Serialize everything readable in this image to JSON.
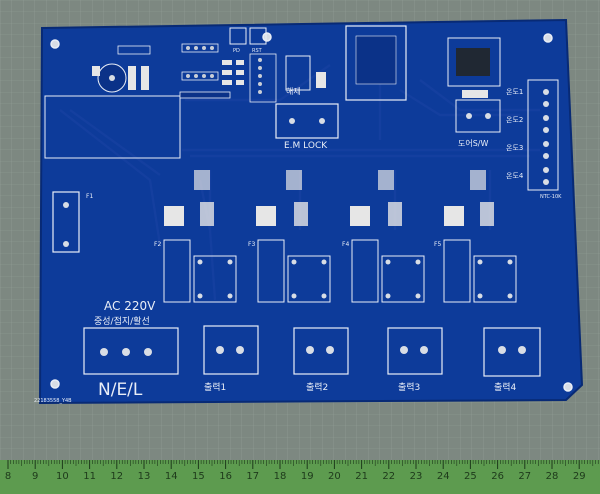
{
  "board": {
    "color": "#0d3b9a",
    "silk": "#e9eef7",
    "mat": "#7d8881",
    "ruler_color": "#5d9b4f"
  },
  "labels": {
    "ac": "AC 220V",
    "ac_sub": "중성/접지/활선",
    "nel": "N/E/L",
    "em_lock": "E.M LOCK",
    "door_sw": "도어S/W",
    "haeje": "해제",
    "out1": "출력1",
    "out2": "출력2",
    "out3": "출력3",
    "out4": "출력4",
    "temp1": "온도1",
    "temp2": "온도2",
    "temp3": "온도3",
    "temp4": "온도4",
    "ntc": "NTC-10K",
    "f1": "F1",
    "f2": "F2",
    "f3": "F3",
    "f4": "F4",
    "f5": "F5",
    "rst": "RST",
    "pd": "PD",
    "serial": "22183558_Y4B"
  },
  "ruler": {
    "numbers": [
      "8",
      "9",
      "10",
      "11",
      "12",
      "13",
      "14",
      "15",
      "16",
      "17",
      "18",
      "19",
      "20",
      "21",
      "22",
      "23",
      "24",
      "25",
      "26",
      "27",
      "28",
      "29"
    ]
  }
}
